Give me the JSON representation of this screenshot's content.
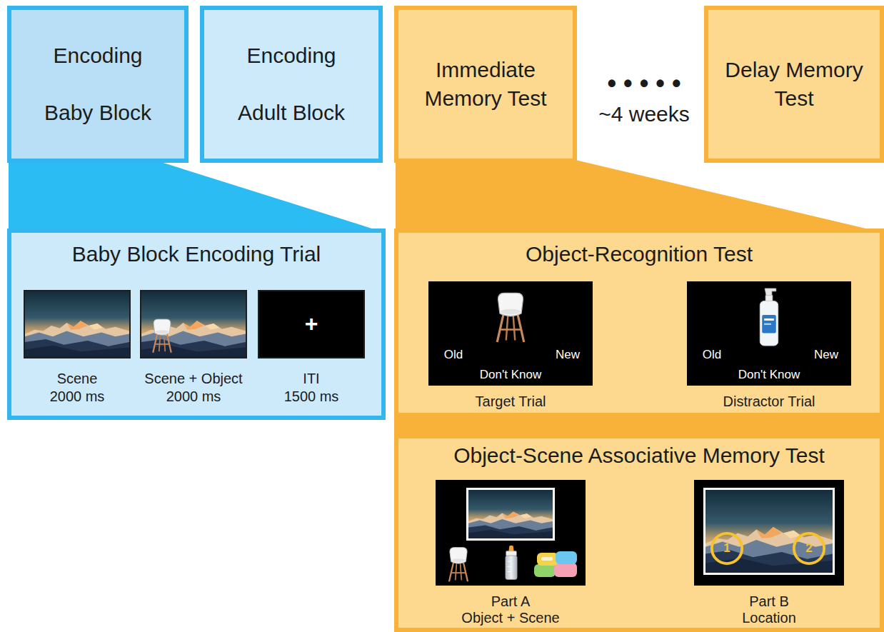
{
  "diagram": {
    "nodes": [
      {
        "text": [
          "Encoding",
          "Baby Block"
        ]
      },
      {
        "text": [
          "Encoding",
          "Adult Block"
        ]
      },
      {
        "text": [
          "Immediate Memory Test"
        ]
      },
      {
        "text": [
          "Delay Memory Test"
        ]
      },
      {
        "text": [
          "Baby Block Encoding Trial"
        ]
      },
      {
        "text": [
          "Scene",
          "2000 ms"
        ],
        "in": 4
      },
      {
        "text": [
          "Scene + Object",
          "2000 ms"
        ],
        "in": 4
      },
      {
        "text": [
          "+",
          "ITI",
          "1500 ms"
        ],
        "in": 4
      },
      {
        "text": [
          "Object-Recognition Test"
        ]
      },
      {
        "text": [
          "Old",
          "New",
          "Don't Know",
          "Target Trial"
        ],
        "in": 8
      },
      {
        "text": [
          "Old",
          "New",
          "Don't Know",
          "Distractor Trial"
        ],
        "in": 8
      },
      {
        "text": [
          "Object-Scene Associative Memory Test"
        ]
      },
      {
        "text": [
          "Part A",
          "Object + Scene"
        ],
        "in": 11
      },
      {
        "text": [
          "1",
          "2",
          "Part B",
          "Location"
        ],
        "in": 11
      }
    ],
    "labels": [
      "• • • • •",
      "~4 weeks"
    ]
  }
}
